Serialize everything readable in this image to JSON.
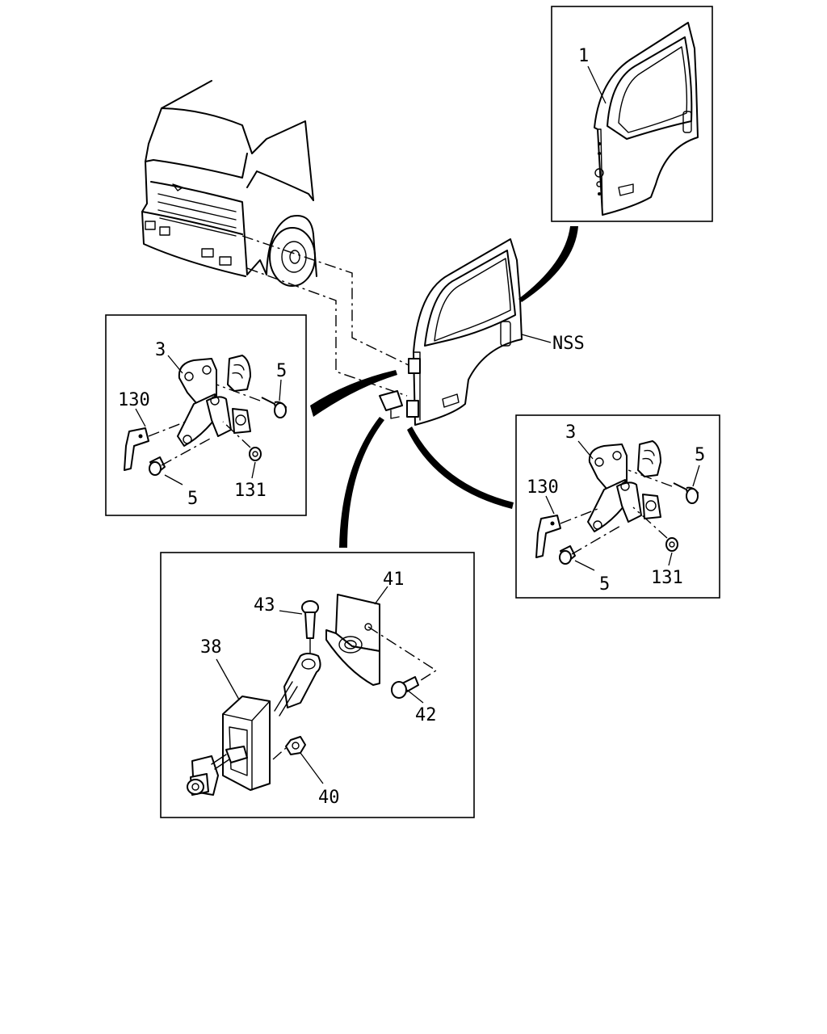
{
  "callouts": {
    "door_main": "1",
    "side": "NSS",
    "upper_hinge": {
      "hinge": "3",
      "bolt_a": "5",
      "plate": "130",
      "bolt_b": "5",
      "washer": "131"
    },
    "lower_hinge": {
      "hinge": "3",
      "bolt_a": "5",
      "plate": "130",
      "bolt_b": "5",
      "washer": "131"
    },
    "checker": {
      "pin": "43",
      "bracket": "41",
      "arm": "38",
      "bolt": "42",
      "nut": "40"
    }
  }
}
